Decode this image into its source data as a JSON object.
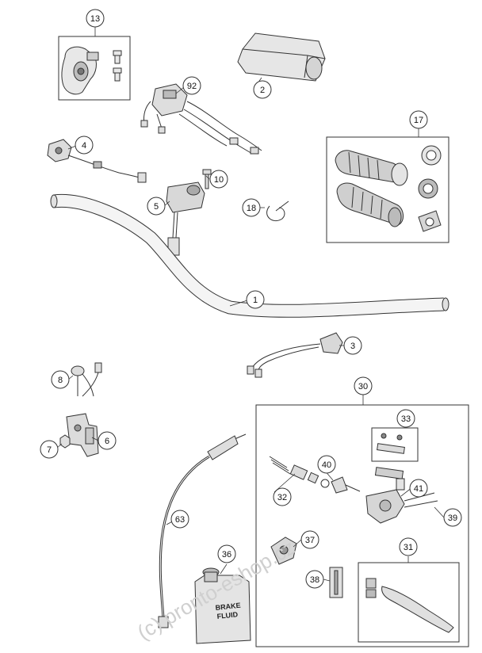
{
  "callouts": {
    "c13": "13",
    "c92": "92",
    "c2": "2",
    "c4": "4",
    "c10": "10",
    "c5": "5",
    "c18": "18",
    "c17": "17",
    "c1": "1",
    "c3": "3",
    "c8": "8",
    "c6": "6",
    "c7": "7",
    "c30": "30",
    "c33": "33",
    "c40": "40",
    "c32": "32",
    "c41": "41",
    "c39": "39",
    "c63": "63",
    "c36": "36",
    "c37": "37",
    "c31": "31",
    "c38": "38"
  },
  "fluid_label": {
    "line1": "BRAKE",
    "line2": "FLUID"
  },
  "watermark": "(c) pronto-eshop.cz"
}
